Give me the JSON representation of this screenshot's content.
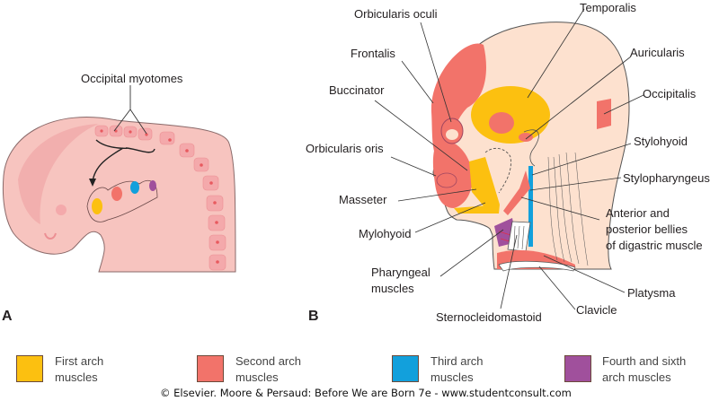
{
  "panels": {
    "a": "A",
    "b": "B"
  },
  "panel_a": {
    "label_occipital": "Occipital myotomes"
  },
  "panel_b": {
    "labels": {
      "orbicularis_oculi": "Orbicularis oculi",
      "frontalis": "Frontalis",
      "buccinator": "Buccinator",
      "orbicularis_oris": "Orbicularis oris",
      "masseter": "Masseter",
      "mylohyoid": "Mylohyoid",
      "pharyngeal_1": "Pharyngeal",
      "pharyngeal_2": "muscles",
      "sternocleidomastoid": "Sternocleidomastoid",
      "temporalis": "Temporalis",
      "auricularis": "Auricularis",
      "occipitalis": "Occipitalis",
      "stylohyoid": "Stylohyoid",
      "stylopharyngeus": "Stylopharyngeus",
      "digastric_1": "Anterior and",
      "digastric_2": "posterior bellies",
      "digastric_3": "of digastric muscle",
      "platysma": "Platysma",
      "clavicle": "Clavicle"
    }
  },
  "legend": [
    {
      "line1": "First arch",
      "line2": "muscles",
      "color": "#fcc010"
    },
    {
      "line1": "Second arch",
      "line2": "muscles",
      "color": "#f2736a"
    },
    {
      "line1": "Third arch",
      "line2": "muscles",
      "color": "#12a0dc"
    },
    {
      "line1": "Fourth and sixth",
      "line2": "arch muscles",
      "color": "#a0509c"
    }
  ],
  "colors": {
    "embryo": "#f7c4bf",
    "embryo_dark": "#ef9fa1",
    "skin": "#fde1cf",
    "first_arch": "#fcc010",
    "second_arch": "#f2736a",
    "third_arch": "#12a0dc",
    "fourth_sixth_arch": "#a0509c"
  },
  "credit": "© Elsevier. Moore & Persaud: Before We are Born 7e - www.studentconsult.com"
}
